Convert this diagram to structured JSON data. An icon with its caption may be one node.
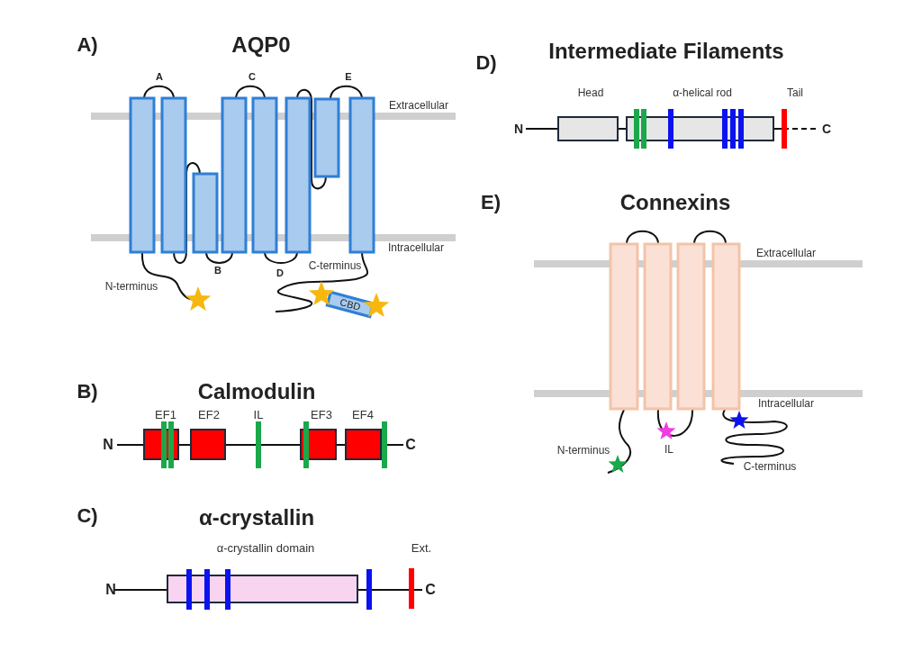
{
  "diagram": {
    "nodes": [
      {
        "text": [
          "CBD"
        ]
      }
    ],
    "labels": [
      "A)",
      "AQP0",
      "A",
      "C",
      "E",
      "Extracellular",
      "Intracellular",
      "B",
      "D",
      "C-terminus",
      "N-terminus",
      "B)",
      "Calmodulin",
      "EF1",
      "EF2",
      "IL",
      "EF3",
      "EF4",
      "N",
      "C",
      "C)",
      "α-crystallin",
      "α-crystallin domain",
      "Ext.",
      "N",
      "C",
      "D)",
      "Intermediate Filaments",
      "Head",
      "α-helical rod",
      "Tail",
      "N",
      "C",
      "E)",
      "Connexins",
      "Extracellular",
      "Intracellular",
      "N-terminus",
      "IL",
      "C-terminus"
    ]
  }
}
